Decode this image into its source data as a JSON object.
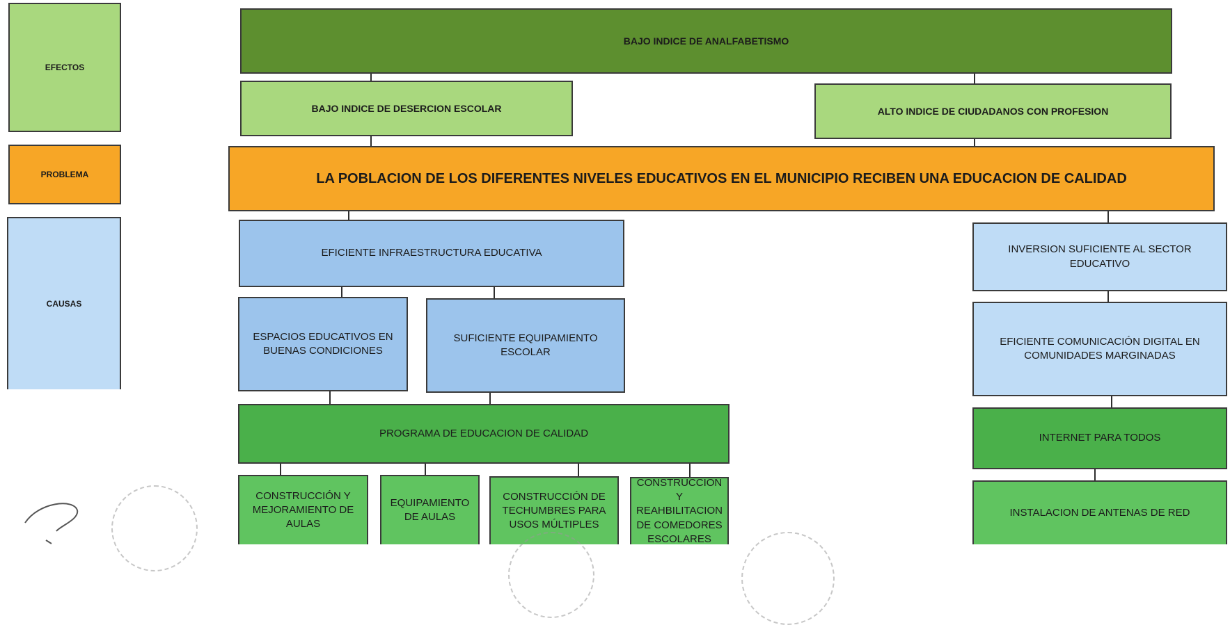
{
  "legend": {
    "effects": "EFECTOS",
    "problem": "PROBLEMA",
    "causes": "CAUSAS"
  },
  "effects": {
    "top": "BAJO INDICE DE ANALFABETISMO",
    "left": "BAJO INDICE DE DESERCION ESCOLAR",
    "right": "ALTO INDICE DE CIUDADANOS CON PROFESION"
  },
  "problem": {
    "text": "LA POBLACION DE LOS DIFERENTES NIVELES EDUCATIVOS EN EL MUNICIPIO RECIBEN UNA EDUCACION DE CALIDAD"
  },
  "causes": {
    "infra": "EFICIENTE INFRAESTRUCTURA EDUCATIVA",
    "espacios": "ESPACIOS EDUCATIVOS EN BUENAS CONDICIONES",
    "equipamiento": "SUFICIENTE EQUIPAMIENTO ESCOLAR",
    "programa": "PROGRAMA DE EDUCACION DE CALIDAD",
    "construccion_aulas": "CONSTRUCCIÓN Y MEJORAMIENTO DE AULAS",
    "equipamiento_aulas": "EQUIPAMIENTO DE AULAS",
    "techumbres": "CONSTRUCCIÓN DE TECHUMBRES PARA USOS MÚLTIPLES",
    "comedores": "CONSTRUCCION Y REAHBILITACION DE COMEDORES ESCOLARES",
    "inversion": "INVERSION SUFICIENTE AL SECTOR EDUCATIVO",
    "comunicacion": "EFICIENTE COMUNICACIÓN DIGITAL EN COMUNIDADES MARGINADAS",
    "internet": "INTERNET PARA TODOS",
    "antenas": "INSTALACION DE ANTENAS DE RED"
  },
  "colors": {
    "effect_top": "#5d8f2f",
    "effect": "#a9d87e",
    "problem": "#f7a626",
    "cause_blue": "#9cc4ec",
    "cause_light_blue": "#bfdcf6",
    "program_green": "#4ab04a",
    "action_green": "#60c460"
  }
}
